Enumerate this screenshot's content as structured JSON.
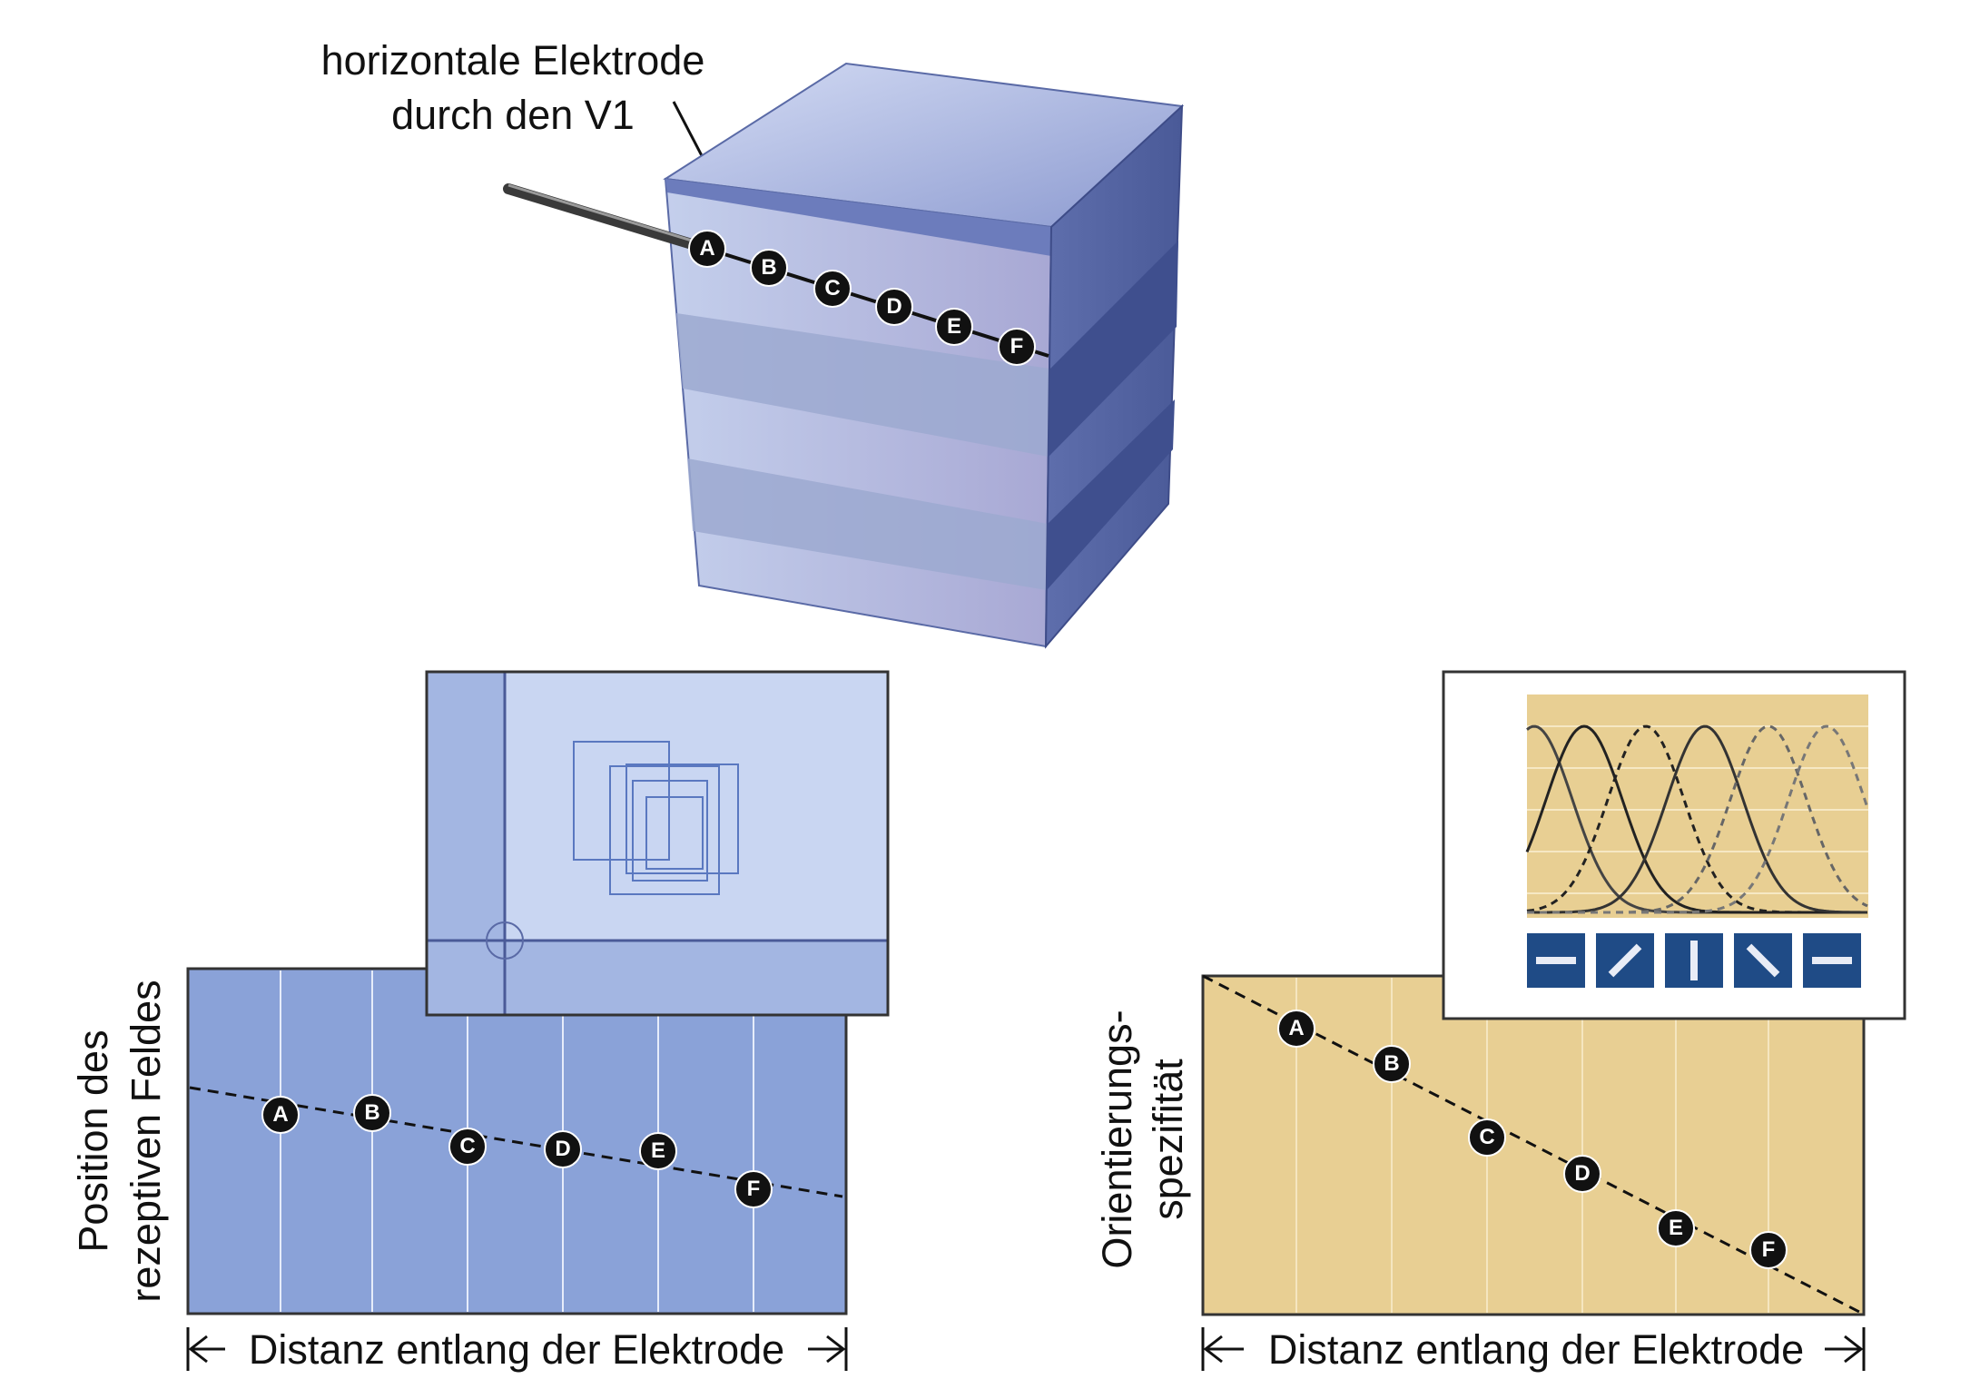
{
  "electrode_label": {
    "line1": "horizontale Elektrode",
    "line2": "durch den V1"
  },
  "markers": [
    "A",
    "B",
    "C",
    "D",
    "E",
    "F"
  ],
  "left_panel": {
    "ylabel_line1": "Position des",
    "ylabel_line2": "rezeptiven Feldes",
    "xlabel": "Distanz entlang der Elektrode"
  },
  "right_panel": {
    "ylabel_line1": "Orientierungs-",
    "ylabel_line2": "spezifität",
    "xlabel": "Distanz entlang der Elektrode"
  },
  "orientations_deg": [
    0,
    45,
    90,
    135,
    0
  ],
  "colors": {
    "cube_front": "#b8c4e4",
    "cube_band": "#9aaad2",
    "cube_side": "#5a6aa6",
    "cube_top": "#8a9ad0",
    "left_plot_bg": "#8aa2d8",
    "left_inset_bg": "#c6d4f0",
    "right_plot_bg": "#e8cf93",
    "tuning_bg": "#e8cf93",
    "orient_box": "#1f4b86",
    "marker": "#111111"
  }
}
